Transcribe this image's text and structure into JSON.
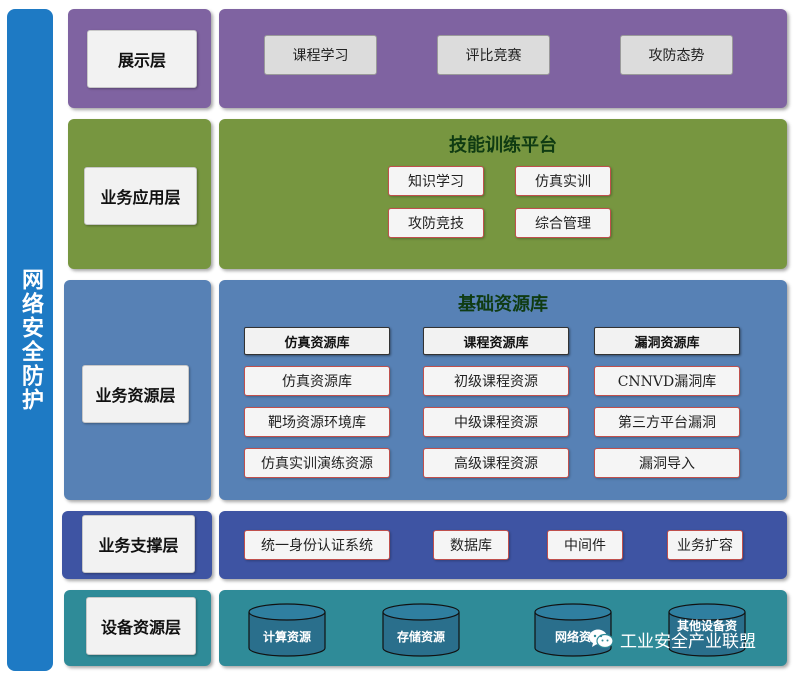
{
  "sidebar": {
    "title": "网络安全防护"
  },
  "layers": {
    "display": {
      "label": "展示层",
      "items": [
        "课程学习",
        "评比竞赛",
        "攻防态势"
      ]
    },
    "application": {
      "label": "业务应用层",
      "heading": "技能训练平台",
      "items": [
        "知识学习",
        "仿真实训",
        "攻防竞技",
        "综合管理"
      ]
    },
    "resource": {
      "label": "业务资源层",
      "heading": "基础资源库",
      "columns": [
        {
          "header": "仿真资源库",
          "items": [
            "仿真资源库",
            "靶场资源环境库",
            "仿真实训演练资源"
          ]
        },
        {
          "header": "课程资源库",
          "items": [
            "初级课程资源",
            "中级课程资源",
            "高级课程资源"
          ]
        },
        {
          "header": "漏洞资源库",
          "items": [
            "CNNVD漏洞库",
            "第三方平台漏洞",
            "漏洞导入"
          ]
        }
      ]
    },
    "support": {
      "label": "业务支撑层",
      "items": [
        "统一身份认证系统",
        "数据库",
        "中间件",
        "业务扩容"
      ]
    },
    "device": {
      "label": "设备资源层",
      "items": [
        "计算资源",
        "存储资源",
        "网络资",
        "其他设备资"
      ]
    }
  },
  "watermark": {
    "text": "工业安全产业联盟"
  },
  "colors": {
    "sidebar": "#1e7ac4",
    "display": "#7f63a1",
    "application": "#779640",
    "resource": "#5781b5",
    "support": "#3e54a3",
    "device": "#2f8b98",
    "cylinder": "#2a6f8c"
  }
}
